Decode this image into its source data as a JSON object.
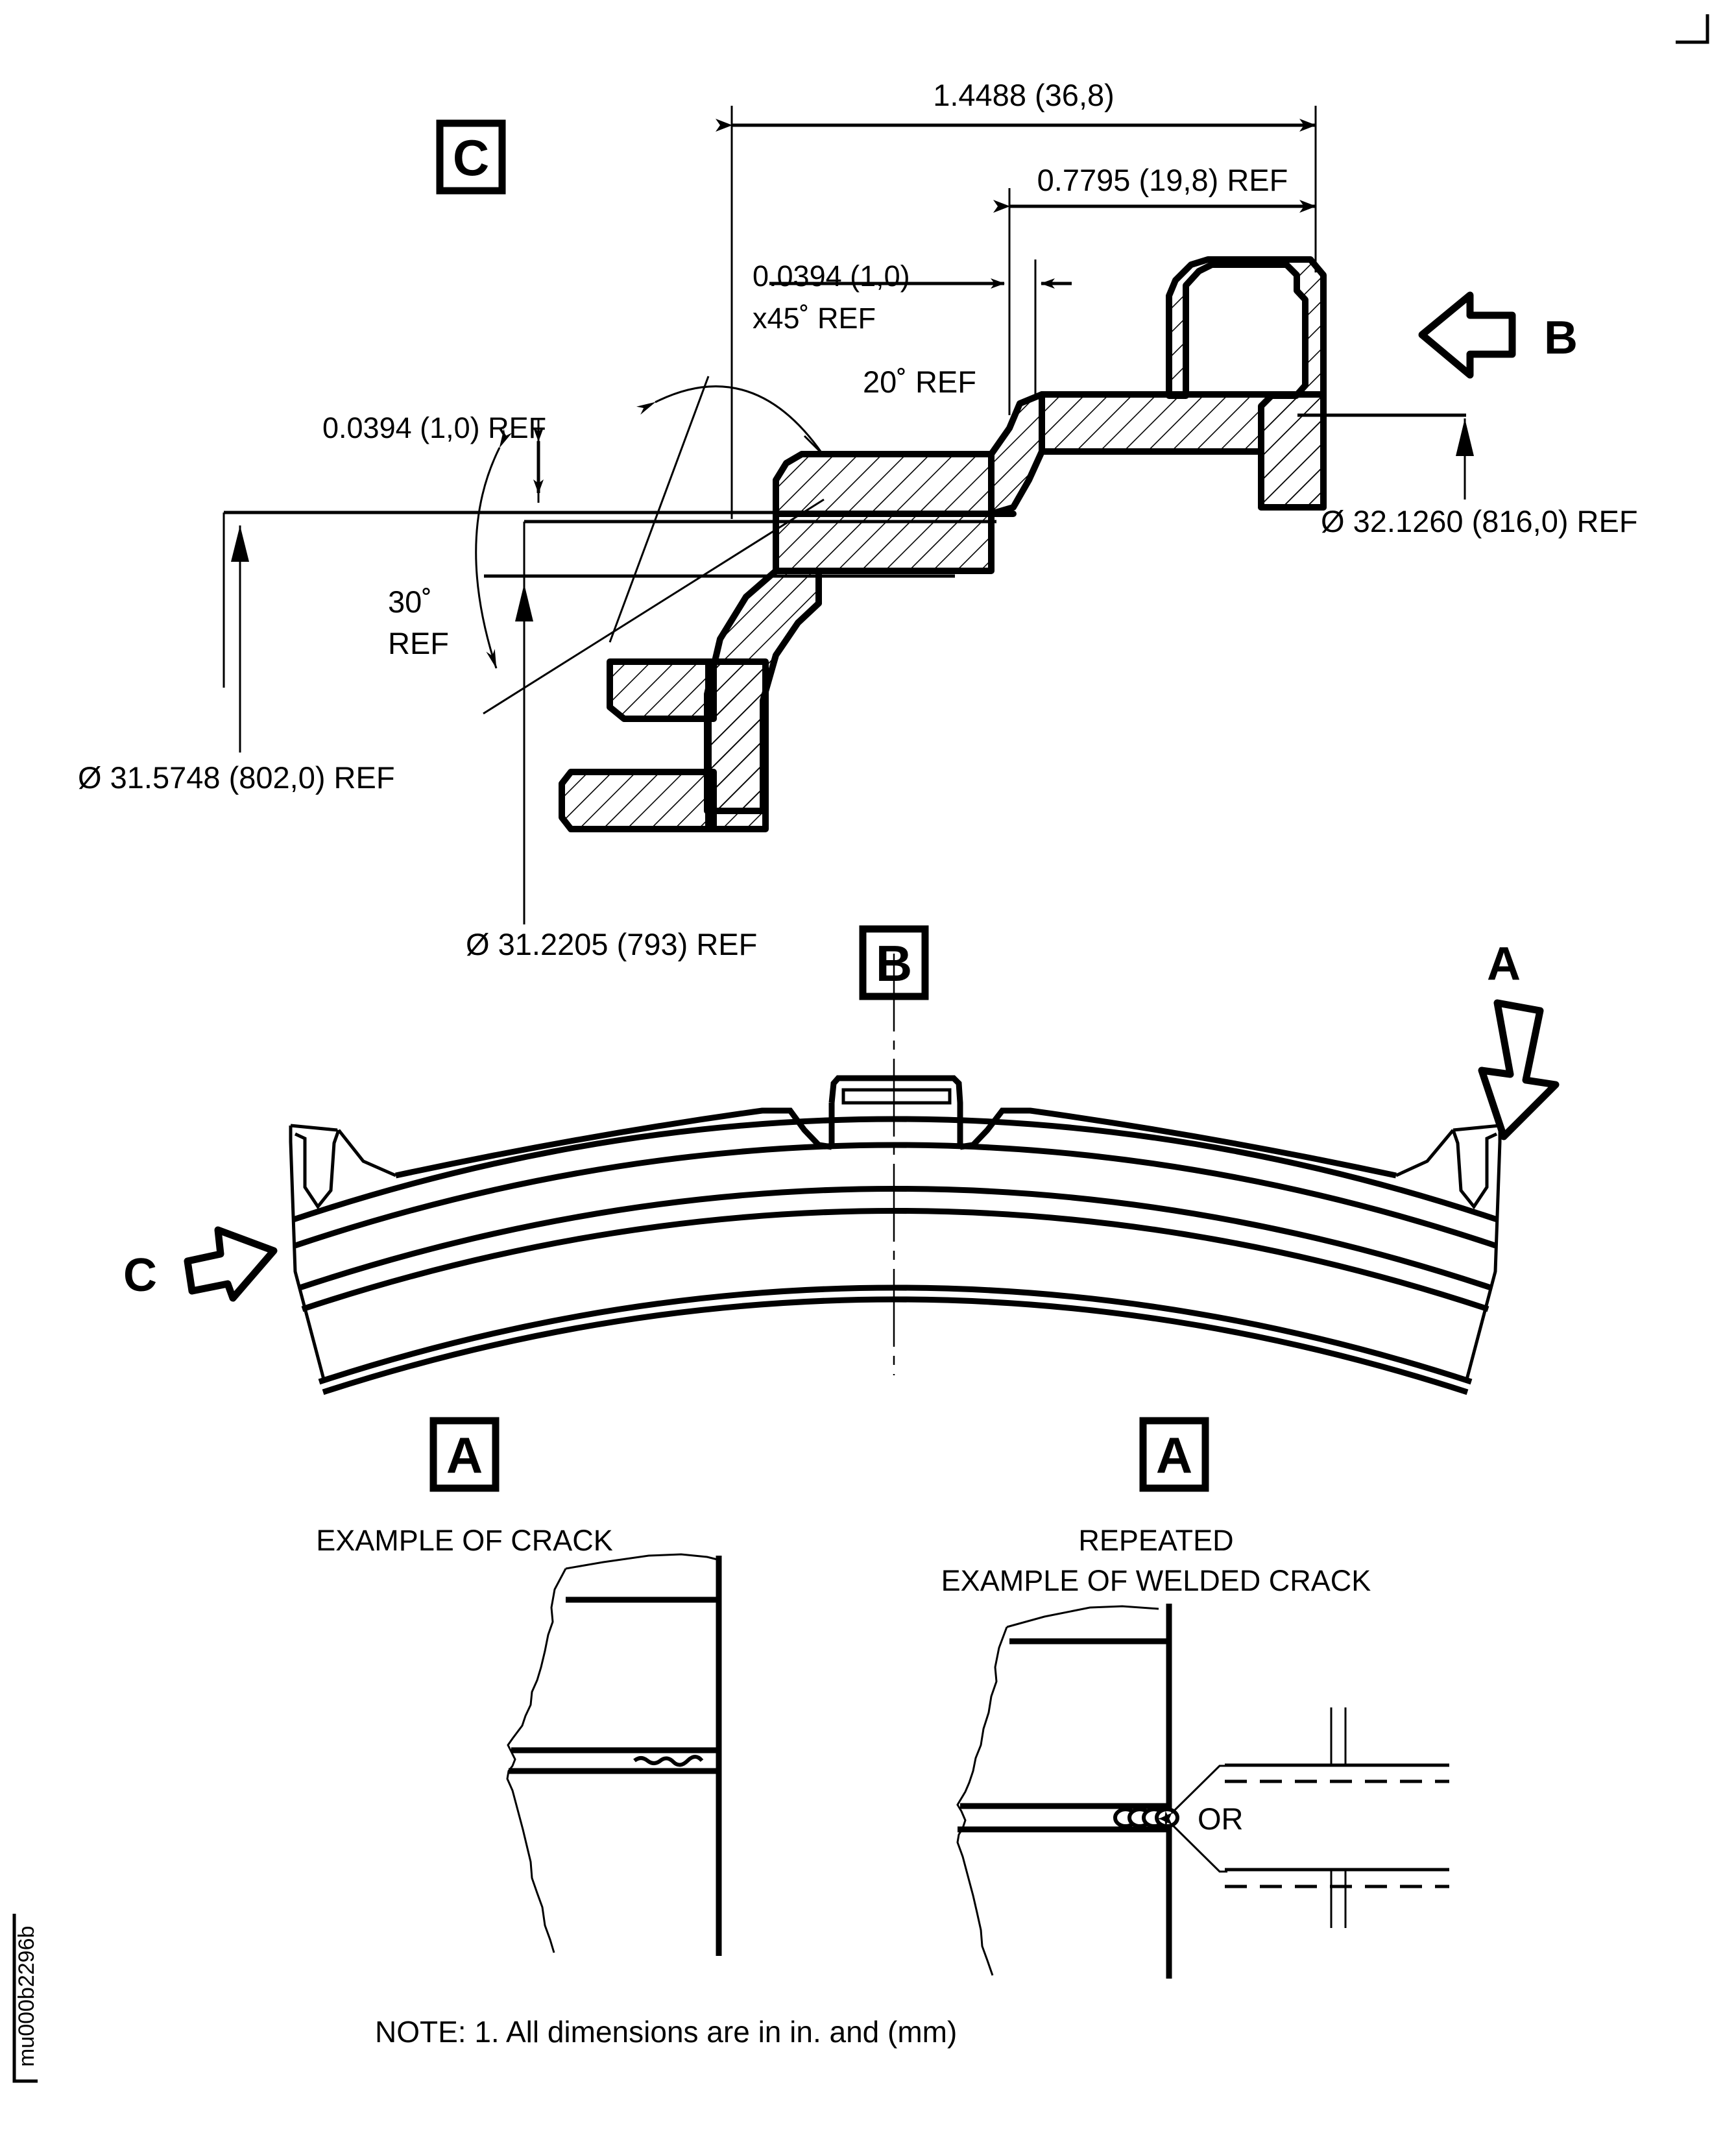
{
  "sheet": {
    "id_code": "mu000b2296b",
    "note": "NOTE: 1. All dimensions are in in. and (mm)"
  },
  "section_c_view": {
    "label": "C",
    "dimensions": {
      "overall_width": "1.4488 (36,8)",
      "flange_width_ref": "0.7795 (19,8) REF",
      "chamfer": "0.0394 (1,0)",
      "chamfer_angle": "x45˚ REF",
      "step_height_ref": "0.0394 (1,0) REF",
      "taper_angle_20": "20˚ REF",
      "taper_angle_30": "30˚ REF",
      "dia_802": "Ø 31.5748 (802,0) REF",
      "dia_793": "Ø 31.2205 (793) REF",
      "dia_816": "Ø 32.1260 (816,0) REF"
    },
    "view_arrow_b": "B"
  },
  "section_b_view": {
    "label": "B",
    "view_arrow_a": "A",
    "view_arrow_c": "C"
  },
  "detail_left": {
    "label": "A",
    "caption": "EXAMPLE OF CRACK"
  },
  "detail_right": {
    "label": "A",
    "caption_line1": "REPEATED",
    "caption_line2": "EXAMPLE OF WELDED CRACK",
    "or_label": "OR"
  },
  "colors": {
    "ink": "#000000",
    "paper": "#ffffff"
  },
  "icons": {
    "view_arrow_b": "arrow-left-icon",
    "view_arrow_a": "arrow-down-right-icon",
    "view_arrow_c": "arrow-right-icon",
    "diameter_symbol": "diameter-icon",
    "corner_mark": "corner-bracket-icon"
  }
}
